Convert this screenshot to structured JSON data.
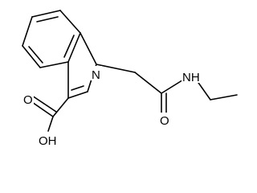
{
  "molecule": {
    "atoms": {
      "indole_n": "N",
      "carbonyl_o": "O",
      "amide_nh": "NH",
      "acid_oh": "OH",
      "acid_o": "O"
    }
  },
  "colors": {
    "bond": "#000000",
    "label": "#000000",
    "background": "#ffffff"
  }
}
